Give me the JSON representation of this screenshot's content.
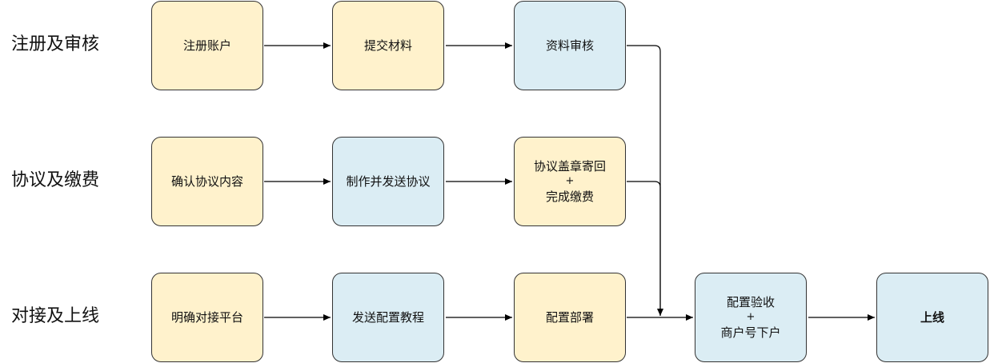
{
  "rows": [
    {
      "label": "注册及审核",
      "steps": [
        "注册账户",
        "提交材料",
        "资料审核"
      ]
    },
    {
      "label": "协议及缴费",
      "steps": [
        "确认协议内容",
        "制作并发送协议",
        "协议盖章寄回"
      ],
      "last_plus": "+",
      "last_line2": "完成缴费"
    },
    {
      "label": "对接及上线",
      "steps": [
        "明确对接平台",
        "发送配置教程",
        "配置部署"
      ]
    }
  ],
  "final": {
    "acceptance_line1": "配置验收",
    "acceptance_plus": "+",
    "acceptance_line2": "商户号下户",
    "online": "上线"
  },
  "colors": {
    "yellow": "#fff2cc",
    "blue": "#dbedf4",
    "stroke": "#333333"
  }
}
